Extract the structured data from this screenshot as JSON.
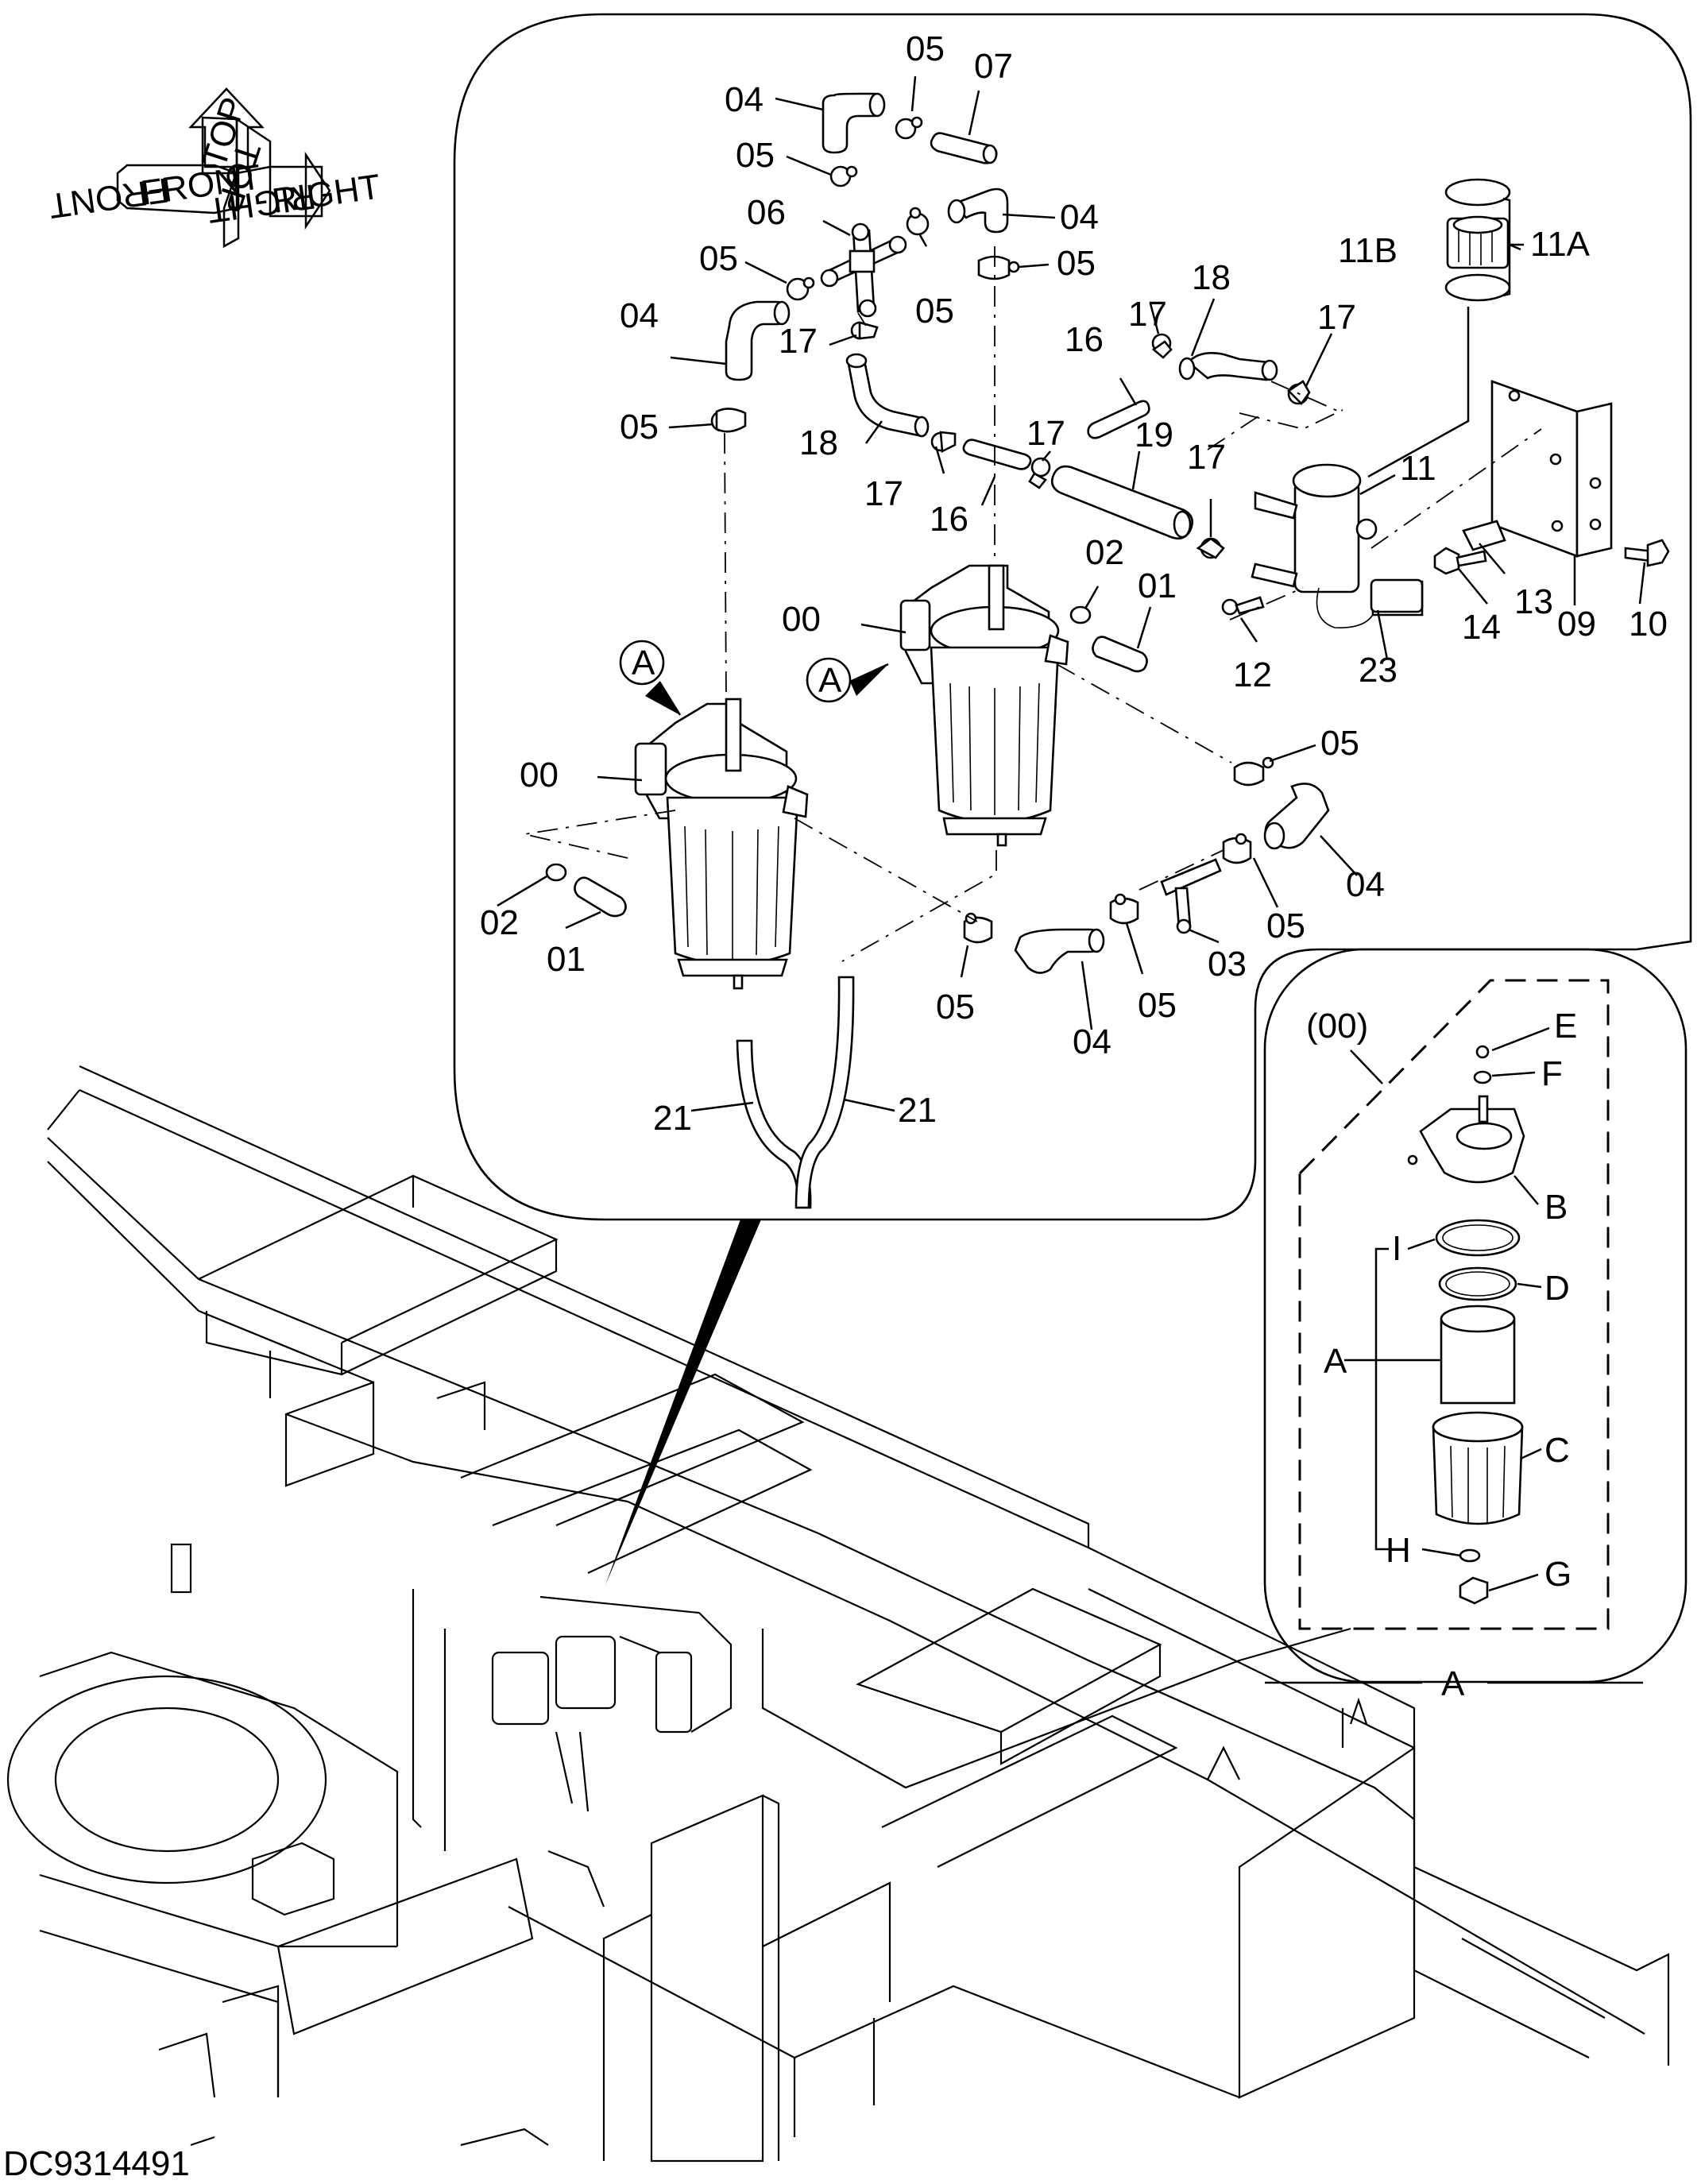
{
  "drawing_id": "DC9314491",
  "orientation_indicator": {
    "labels": [
      "FRONT",
      "TOP",
      "RIGHT",
      "FRONT",
      "TOP",
      "RIGHT"
    ]
  },
  "callouts": [
    {
      "id": "c1",
      "text": "05"
    },
    {
      "id": "c2",
      "text": "07"
    },
    {
      "id": "c3",
      "text": "04"
    },
    {
      "id": "c4",
      "text": "05"
    },
    {
      "id": "c5",
      "text": "06"
    },
    {
      "id": "c6",
      "text": "04"
    },
    {
      "id": "c7",
      "text": "05"
    },
    {
      "id": "c8",
      "text": "05"
    },
    {
      "id": "c9",
      "text": "05"
    },
    {
      "id": "c10",
      "text": "04"
    },
    {
      "id": "c11",
      "text": "17"
    },
    {
      "id": "c12",
      "text": "05"
    },
    {
      "id": "c13",
      "text": "18"
    },
    {
      "id": "c14",
      "text": "17"
    },
    {
      "id": "c15",
      "text": "16"
    },
    {
      "id": "c16",
      "text": "17"
    },
    {
      "id": "c17",
      "text": "18"
    },
    {
      "id": "c18",
      "text": "17"
    },
    {
      "id": "c19",
      "text": "16"
    },
    {
      "id": "c20",
      "text": "17"
    },
    {
      "id": "c21",
      "text": "19"
    },
    {
      "id": "c22",
      "text": "17"
    },
    {
      "id": "c23",
      "text": "11"
    },
    {
      "id": "c24",
      "text": "11B"
    },
    {
      "id": "c25",
      "text": "11A"
    },
    {
      "id": "c26",
      "text": "02"
    },
    {
      "id": "c27",
      "text": "01"
    },
    {
      "id": "c28",
      "text": "00"
    },
    {
      "id": "c29",
      "text": "12"
    },
    {
      "id": "c30",
      "text": "23"
    },
    {
      "id": "c31",
      "text": "14"
    },
    {
      "id": "c32",
      "text": "13"
    },
    {
      "id": "c33",
      "text": "09"
    },
    {
      "id": "c34",
      "text": "10"
    },
    {
      "id": "c35",
      "text": "00"
    },
    {
      "id": "c36",
      "text": "05"
    },
    {
      "id": "c37",
      "text": "04"
    },
    {
      "id": "c38",
      "text": "05"
    },
    {
      "id": "c39",
      "text": "02"
    },
    {
      "id": "c40",
      "text": "01"
    },
    {
      "id": "c41",
      "text": "03"
    },
    {
      "id": "c42",
      "text": "05"
    },
    {
      "id": "c43",
      "text": "05"
    },
    {
      "id": "c44",
      "text": "04"
    },
    {
      "id": "c45",
      "text": "21"
    },
    {
      "id": "c46",
      "text": "21"
    },
    {
      "id": "c47",
      "text": "(00)"
    },
    {
      "id": "c48",
      "text": "E"
    },
    {
      "id": "c49",
      "text": "F"
    },
    {
      "id": "c50",
      "text": "B"
    },
    {
      "id": "c51",
      "text": "I"
    },
    {
      "id": "c52",
      "text": "D"
    },
    {
      "id": "c53",
      "text": "A"
    },
    {
      "id": "c54",
      "text": "C"
    },
    {
      "id": "c55",
      "text": "H"
    },
    {
      "id": "c56",
      "text": "G"
    },
    {
      "id": "c57",
      "text": "A"
    }
  ],
  "reference_markers": [
    {
      "id": "m1",
      "text": "A"
    },
    {
      "id": "m2",
      "text": "A"
    }
  ]
}
